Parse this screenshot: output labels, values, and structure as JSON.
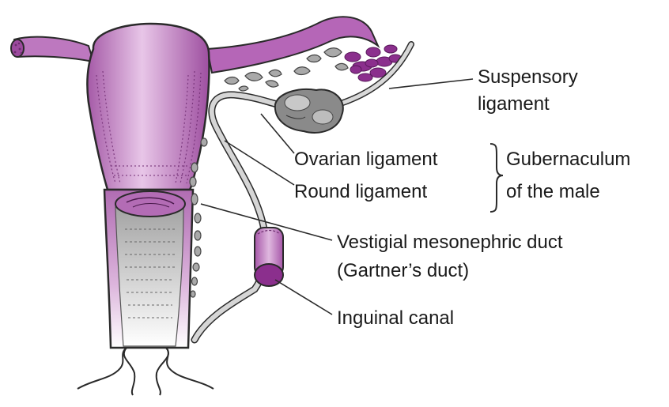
{
  "labels": {
    "suspensory_ligament": [
      "Suspensory",
      "ligament"
    ],
    "ovarian_ligament": "Ovarian ligament",
    "round_ligament": "Round ligament",
    "gubernaculum": [
      "Gubernaculum",
      "of the male"
    ],
    "mesonephric_duct": [
      "Vestigial mesonephric duct",
      "(Gartner’s duct)"
    ],
    "inguinal_canal": "Inguinal canal"
  },
  "colors": {
    "uterus": "#c98fcb",
    "uterus_dark": "#8e3a8e",
    "fimbria": "#8b2f8d",
    "ovary": "#8a8a8a",
    "ligament": "#d4d4d4",
    "outline": "#2a2a2a"
  }
}
